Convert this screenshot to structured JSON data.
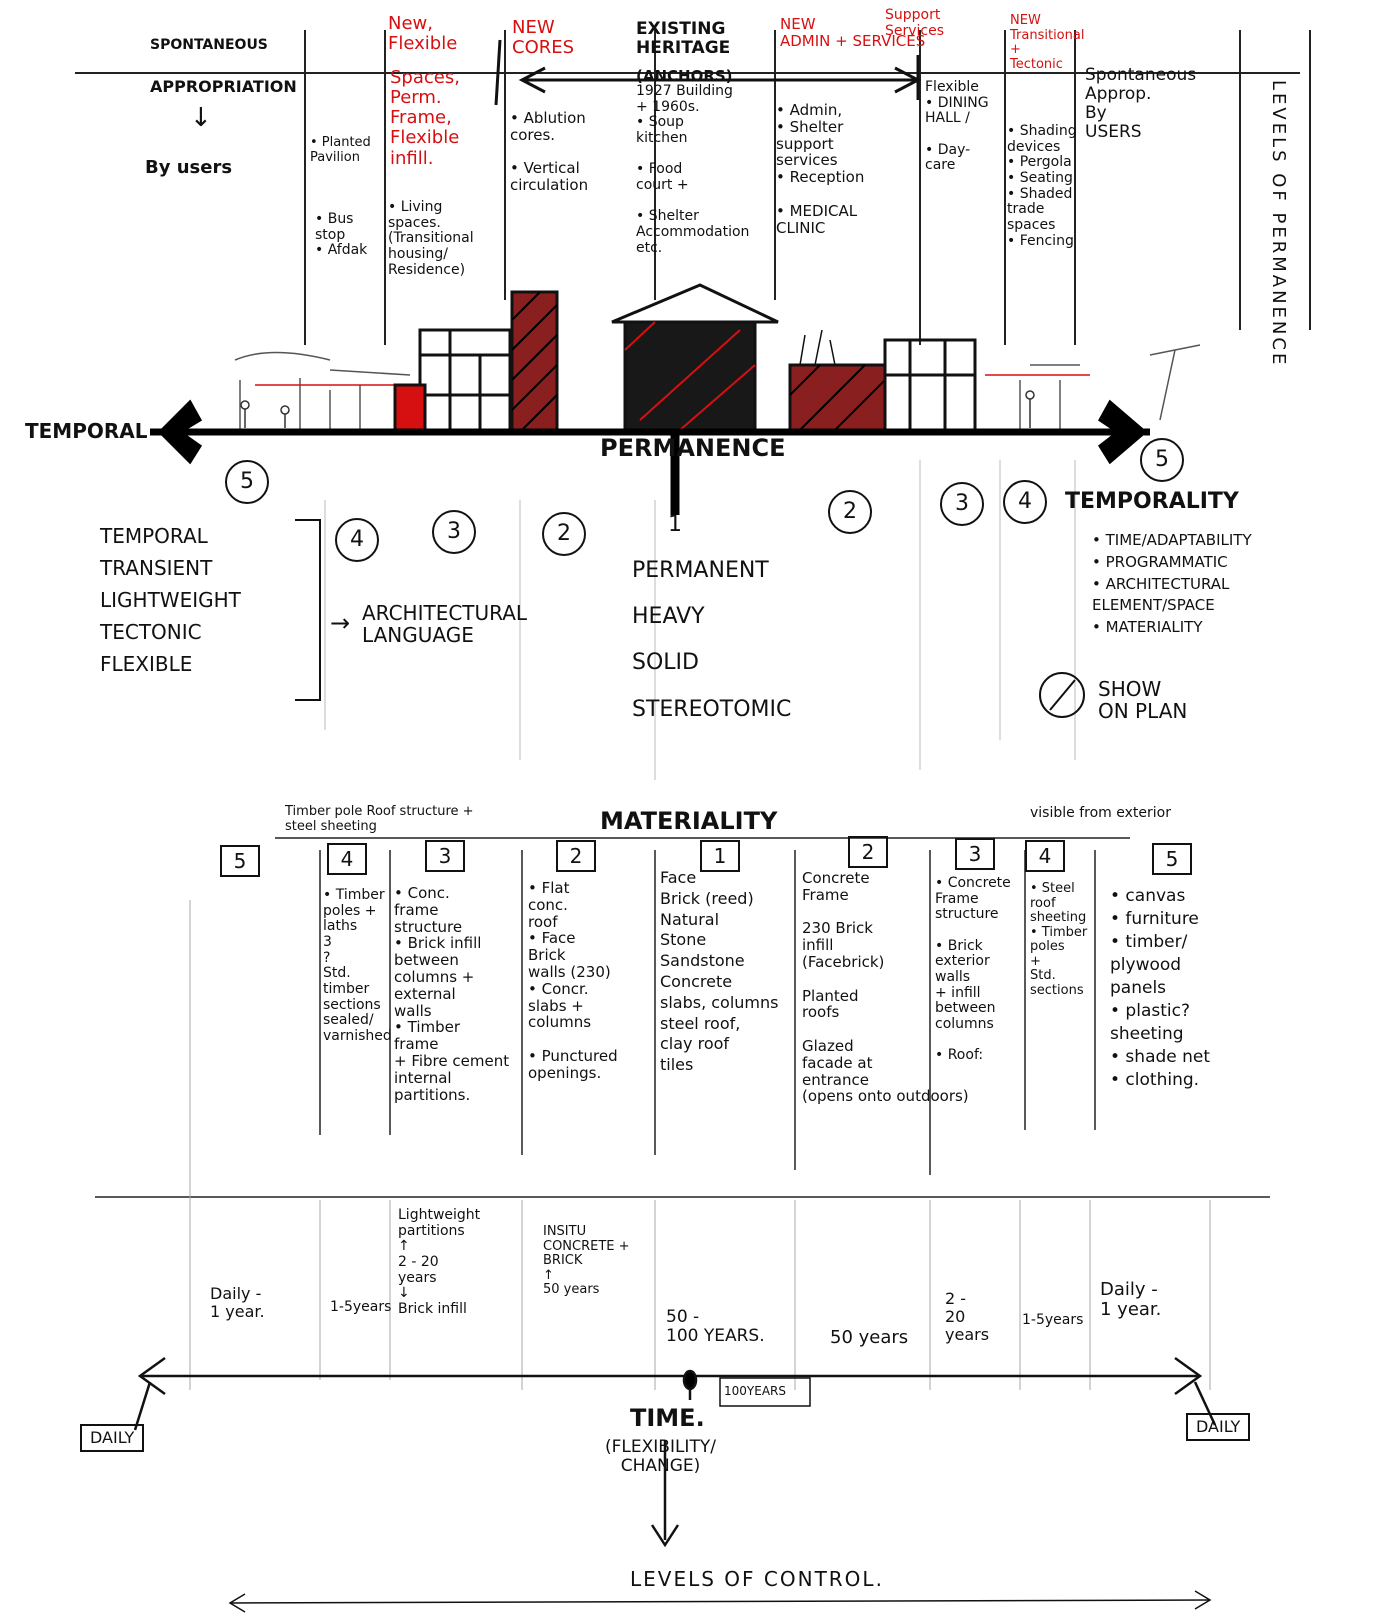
{
  "header": {
    "c1": "SPONTANEOUS",
    "c2": "New,\nFlexible",
    "c3": "NEW\nCORES",
    "c4": "EXISTING\nHERITAGE",
    "c5": "NEW\nADMIN + SERVICES",
    "c6": "Support\nServices",
    "c7": "NEW\nTransitional\n+\nTectonic",
    "appropriation": "APPROPRIATION",
    "arrow_down": "↓",
    "by_users": "By users",
    "spaces_perm": "Spaces,\nPerm.\nFrame,\nFlexible\ninfill.",
    "anchors": "(ANCHORS)"
  },
  "programs": {
    "col1a": "• Planted\nPavilion",
    "col1b": "• Bus\nstop\n• Afdak",
    "col2": "• Living\nspaces.\n(Transitional\nhousing/\nResidence)",
    "col3": "• Ablution\ncores.\n\n• Vertical\ncirculation",
    "col4": "1927 Building\n+ 1960s.\n• Soup\nkitchen\n\n• Food\ncourt +\n\n• Shelter\nAccommodation\netc.",
    "col5": "• Admin,\n• Shelter\nsupport\nservices\n• Reception\n\n• MEDICAL\nCLINIC",
    "col6": "Flexible\n• DINING\nHALL /\n\n• Day-\ncare",
    "col7": "• Shading\ndevices\n• Pergola\n• Seating\n• Shaded\ntrade\nspaces\n• Fencing",
    "col8": "Spontaneous\nApprop.\nBy\nUSERS",
    "side": "LEVELS OF PERMANENCE"
  },
  "axis": {
    "left": "TEMPORAL",
    "center": "PERMANENCE",
    "right": "TEMPORALITY"
  },
  "levels": [
    "5",
    "4",
    "3",
    "2",
    "1",
    "2",
    "3",
    "4",
    "5"
  ],
  "left_list": {
    "items": "TEMPORAL\nTRANSIENT\nLIGHTWEIGHT\nTECTONIC\nFLEXIBLE",
    "arrow": "→",
    "architectural": "ARCHITECTURAL\nLANGUAGE"
  },
  "center_list": "PERMANENT\nHEAVY\nSOLID\nSTEREOTOMIC",
  "right_list": {
    "items": "• TIME/ADAPTABILITY\n• PROGRAMMATIC\n• ARCHITECTURAL\nELEMENT/SPACE\n• MATERIALITY",
    "show": "SHOW\nON PLAN"
  },
  "materiality": {
    "title": "MATERIALITY",
    "note_left": "Timber pole  Roof structure +\nsteel sheeting",
    "note_right": "visible from exterior",
    "levels": [
      "5",
      "4",
      "3",
      "2",
      "1",
      "2",
      "3",
      "4",
      "5"
    ],
    "cols": {
      "c4": "• Timber\npoles +\nlaths\n3\n?\nStd.\ntimber\nsections\nsealed/\nvarnished",
      "c3": "• Conc.\nframe\nstructure\n• Brick infill\nbetween\ncolumns +\nexternal\nwalls\n• Timber\nframe\n+ Fibre cement\ninternal\npartitions.",
      "c2": "• Flat\nconc.\nroof\n• Face\nBrick\nwalls (230)\n• Concr.\nslabs +\ncolumns\n\n• Punctured\nopenings.",
      "c1": "Face\nBrick (reed)\nNatural\nStone\nSandstone\nConcrete\nslabs, columns\nsteel roof,\nclay roof\ntiles",
      "c2r": "Concrete\nFrame\n\n230 Brick\ninfill\n(Facebrick)\n\nPlanted\nroofs\n\nGlazed\nfacade at\nentrance\n(opens onto outdoors)",
      "c3r": "• Concrete\nFrame\nstructure\n\n• Brick\nexterior\nwalls\n+ infill\nbetween\ncolumns\n\n• Roof:",
      "c4r": "• Steel\nroof\nsheeting\n• Timber\npoles\n+\nStd.\nsections",
      "c5r": "• canvas\n• furniture\n• timber/\nplywood\npanels\n• plastic?\nsheeting\n• shade net\n• clothing."
    }
  },
  "durations": {
    "d5": "Daily -\n1 year.",
    "d4": "1-5years",
    "d3": "Lightweight\npartitions\n↑\n2 - 20\nyears\n↓\nBrick infill",
    "d2": "INSITU\nCONCRETE +\nBRICK\n↑\n50 years",
    "d1": "50 -\n100 YEARS.",
    "d100": "100YEARS",
    "d2r": "50 years",
    "d3r": "2 -\n20\nyears",
    "d4r": "1-5years",
    "d5r": "Daily -\n1 year."
  },
  "time": {
    "left_box": "DAILY",
    "right_box": "DAILY",
    "title": "TIME.",
    "sub": "(FLEXIBILITY/\nCHANGE)",
    "control": "LEVELS OF CONTROL."
  }
}
